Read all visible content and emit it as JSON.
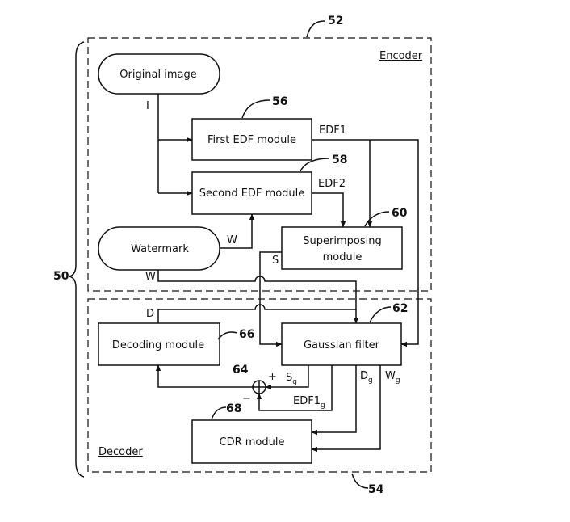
{
  "ref_numbers": {
    "system": "50",
    "encoder": "52",
    "decoder": "54",
    "first_edf": "56",
    "second_edf": "58",
    "superimposing": "60",
    "gaussian": "62",
    "adder": "64",
    "decoding": "66",
    "cdr": "68"
  },
  "regions": {
    "encoder": "Encoder",
    "decoder": "Decoder"
  },
  "blocks": {
    "original_image": "Original image",
    "first_edf": "First EDF module",
    "second_edf": "Second EDF module",
    "watermark": "Watermark",
    "superimposing_line1": "Superimposing",
    "superimposing_line2": "module",
    "gaussian": "Gaussian filter",
    "decoding": "Decoding module",
    "cdr": "CDR module"
  },
  "signals": {
    "I": "I",
    "EDF1": "EDF1",
    "EDF2": "EDF2",
    "W_to_second": "W",
    "W_to_gaussian": "W",
    "S": "S",
    "D": "D",
    "Sg": "S",
    "Sg_sub": "g",
    "Dg": "D",
    "Dg_sub": "g",
    "Wg": "W",
    "Wg_sub": "g",
    "EDF1g": "EDF1",
    "EDF1g_sub": "g",
    "plus": "+",
    "minus": "−"
  }
}
